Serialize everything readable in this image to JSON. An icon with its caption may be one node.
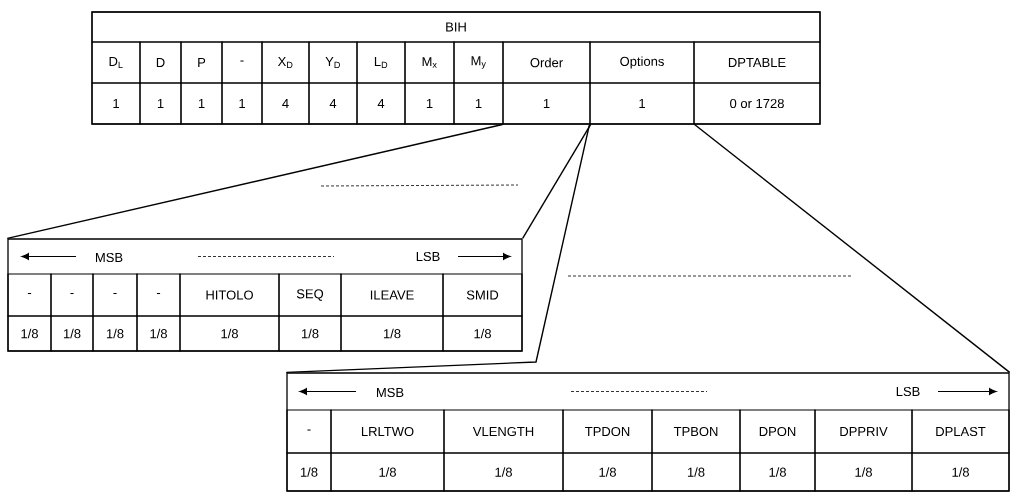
{
  "diagram": {
    "nodes": [
      {
        "text": [
          "BIH",
          "D$_{L}$",
          "D",
          "P",
          "-",
          "X$_{D}$",
          "Y$_{D}$",
          "L$_{D}$",
          "M$_{x}$",
          "M$_{y}$",
          "Order",
          "Options",
          "DPTABLE",
          "1",
          "1",
          "1",
          "1",
          "4",
          "4",
          "4",
          "1",
          "1",
          "0 or 1728"
        ]
      },
      {
        "text": [
          "1"
        ],
        "in": 0
      },
      {
        "text": [
          "1"
        ],
        "in": 0
      },
      {
        "text": [
          "MSB",
          "LSB",
          "-",
          "-",
          "-",
          "-",
          "HITOLO",
          "SEQ",
          "ILEAVE",
          "SMID",
          "1/8",
          "1/8",
          "1/8",
          "1/8",
          "1/8",
          "1/8",
          "1/8",
          "1/8"
        ]
      },
      {
        "text": [
          "MSB",
          "LSB",
          "-",
          "LRLTWO",
          "VLENGTH",
          "TPDON",
          "TPBON",
          "DPON",
          "DPPRIV",
          "DPLAST",
          "1/8",
          "1/8",
          "1/8",
          "1/8",
          "1/8",
          "1/8",
          "1/8",
          "1/8"
        ]
      }
    ],
    "edges": [
      {
        "from": 1,
        "to": 3,
        "arrow": "none"
      },
      {
        "from": 1,
        "to": 3,
        "arrow": "none"
      },
      {
        "from": 2,
        "to": 4,
        "arrow": "none"
      },
      {
        "from": 2,
        "to": 4,
        "arrow": "none"
      }
    ]
  }
}
